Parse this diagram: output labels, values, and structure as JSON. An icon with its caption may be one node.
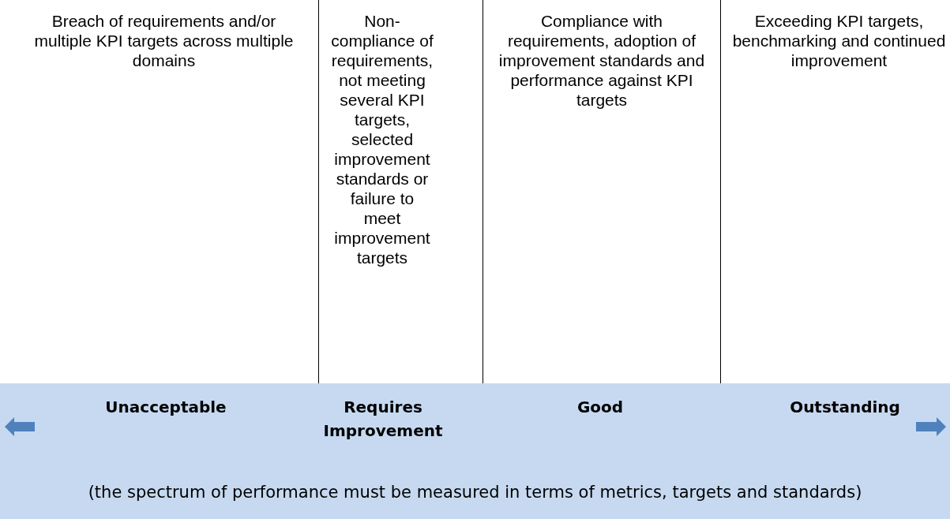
{
  "diagram": {
    "nodes": [
      {
        "text": [
          "Unacceptable",
          "Requires Improvement",
          "Good",
          "Outstanding",
          "(the spectrum of performance must be measured in terms of metrics, targets and standards)"
        ]
      }
    ],
    "labels": [
      "Breach of requirements and/or multiple KPI targets across multiple domains",
      "Non-compliance of requirements, not meeting several KPI targets, selected improvement standards or failure to meet improvement targets",
      "Compliance with requirements, adoption of improvement standards and performance against KPI targets",
      "Exceeding KPI targets, benchmarking and continued improvement"
    ]
  }
}
